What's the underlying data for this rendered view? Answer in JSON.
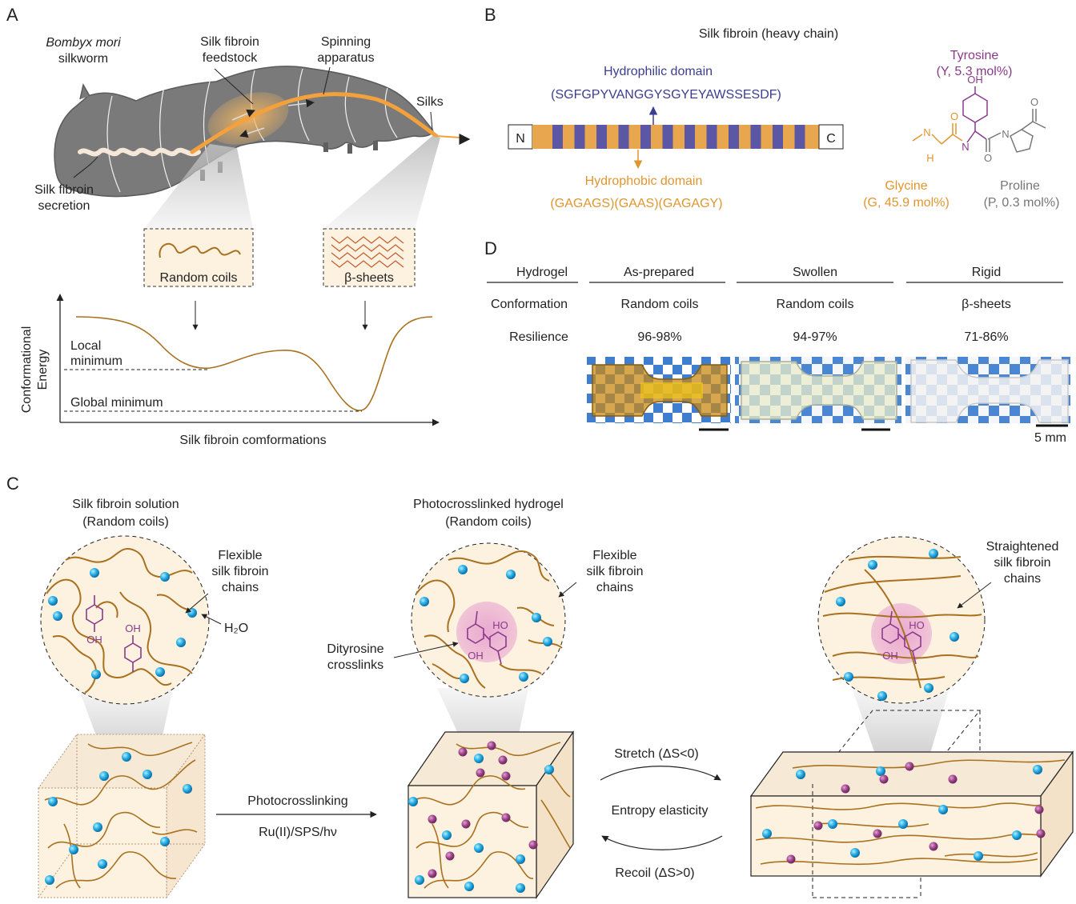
{
  "panels": {
    "a": "A",
    "b": "B",
    "c": "C",
    "d": "D"
  },
  "panel_a": {
    "species": "Bombyx mori",
    "species_suffix": "silkworm",
    "feedstock_line1": "Silk fibroin",
    "feedstock_line2": "feedstock",
    "spinning_line1": "Spinning",
    "spinning_line2": "apparatus",
    "silks": "Silks",
    "secretion_line1": "Silk fibroin",
    "secretion_line2": "secretion",
    "random_coils": "Random coils",
    "beta_sheets": "β-sheets",
    "ylabel_line1": "Conformational",
    "ylabel_line2": "Energy",
    "local_line1": "Local",
    "local_line2": "minimum",
    "global_min": "Global minimum",
    "xlabel": "Silk fibroin comformations"
  },
  "panel_b": {
    "title": "Silk fibroin (heavy chain)",
    "hydrophilic_label": "Hydrophilic domain",
    "hydrophilic_seq": "(SGFGPYVANGGYSGYEYAWSSESDF)",
    "hydrophobic_label": "Hydrophobic domain",
    "hydrophobic_seq": "(GAGAGS)(GAAS)(GAGAGY)",
    "n_term": "N",
    "c_term": "C",
    "tyrosine_name": "Tyrosine",
    "tyrosine_comp": "(Y, 5.3 mol%)",
    "glycine_name": "Glycine",
    "glycine_comp": "(G, 45.9 mol%)",
    "proline_name": "Proline",
    "proline_comp": "(P, 0.3 mol%)",
    "oh": "OH",
    "o": "O",
    "n": "N",
    "h": "H"
  },
  "panel_c": {
    "solution_line1": "Silk fibroin solution",
    "solution_line2": "(Random coils)",
    "hydrogel_line1": "Photocrosslinked hydrogel",
    "hydrogel_line2": "(Random coils)",
    "flex_line1": "Flexible",
    "flex_line2": "silk fibroin",
    "flex_line3": "chains",
    "water": "H₂O",
    "dityr_line1": "Dityrosine",
    "dityr_line2": "crosslinks",
    "straight_line1": "Straightened",
    "straight_line2": "silk fibroin",
    "straight_line3": "chains",
    "photo": "Photocrosslinking",
    "photo_cond": "Ru(II)/SPS/hν",
    "stretch": "Stretch (ΔS<0)",
    "entropy": "Entropy elasticity",
    "recoil": "Recoil (ΔS>0)",
    "oh": "OH",
    "ho": "HO"
  },
  "panel_d": {
    "headers": [
      "Hydrogel",
      "As-prepared",
      "Swollen",
      "Rigid"
    ],
    "rows": [
      {
        "label": "Conformation",
        "values": [
          "Random coils",
          "Random coils",
          "β-sheets"
        ]
      },
      {
        "label": "Resilience",
        "values": [
          "96-98%",
          "94-97%",
          "71-86%"
        ]
      }
    ],
    "scale": "5 mm"
  },
  "colors": {
    "hydrophilic": "#3c3d8f",
    "hydrophobic": "#e0962f",
    "tyrosine": "#8a3a8a",
    "chain": "#a9711f",
    "water": "#2cb4e8",
    "crosslink": "#9b3f86",
    "cream": "#fdf1df",
    "silkworm": "#7a7a7a"
  }
}
